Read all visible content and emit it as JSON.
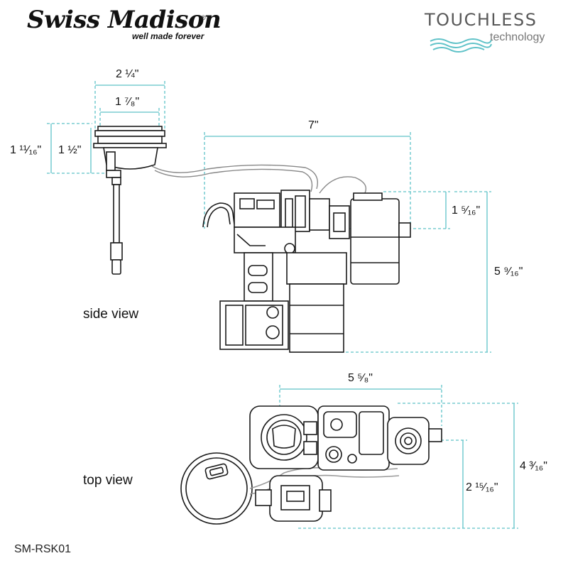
{
  "brand": {
    "name": "Swiss Madison",
    "registered": "®",
    "tagline": "well made forever"
  },
  "badge": {
    "title": "TOUCHLESS",
    "subtitle": "technology"
  },
  "colors": {
    "dimension_line": "#5fc2c8",
    "drawing_stroke": "#1a1a1a",
    "wave": "#5fc2c8"
  },
  "dimensions": {
    "button_outer_width": "2 ¼\"",
    "button_inner_width": "1 ⁷⁄₈\"",
    "button_total_height": "1 ¹¹⁄₁₆\"",
    "button_height": "1 ½\"",
    "valve_width": "7\"",
    "box_height": "1 ⁵⁄₁₆\"",
    "valve_height": "5 ⁹⁄₁₆\"",
    "top_width": "5 ⁵⁄₈\"",
    "top_depth_full": "4 ³⁄₁₆\"",
    "top_depth_partial": "2 ¹⁵⁄₁₆\""
  },
  "views": {
    "side": "side view",
    "top": "top view"
  },
  "model": "SM-RSK01"
}
